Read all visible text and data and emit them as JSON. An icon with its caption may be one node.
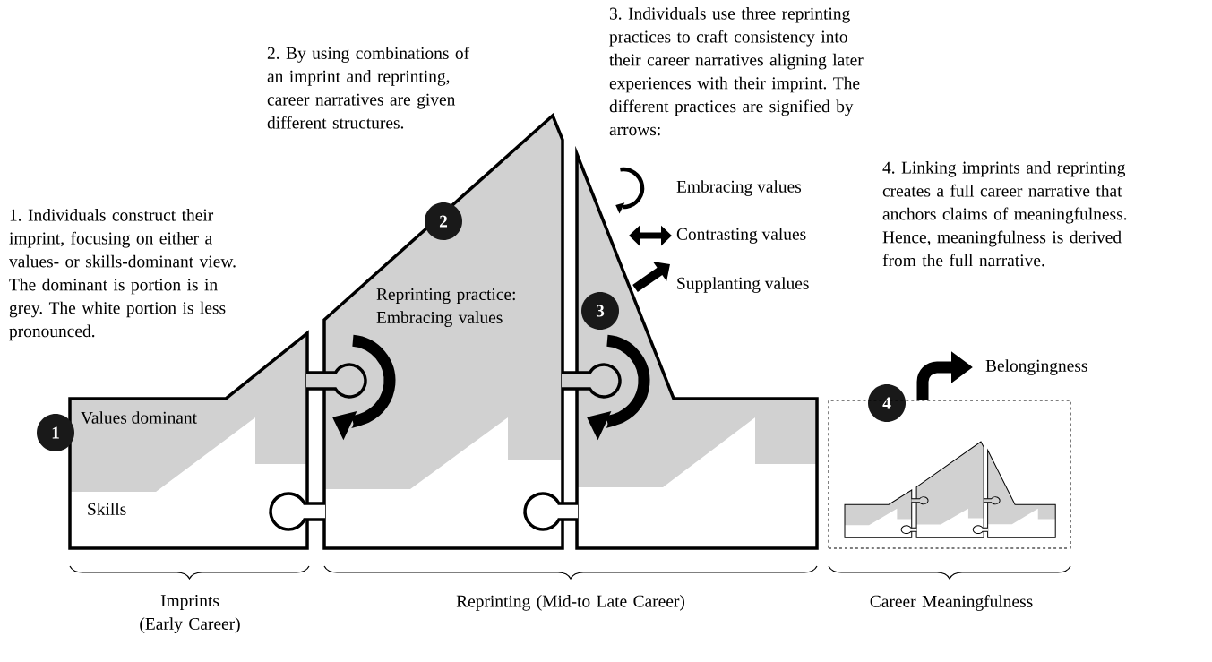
{
  "diagram": {
    "nodes": [
      {
        "text": [
          "1"
        ]
      },
      {
        "text": [
          "2"
        ]
      },
      {
        "text": [
          "3"
        ]
      },
      {
        "text": [
          "4"
        ]
      },
      {
        "text": [],
        "shape": "box"
      },
      {
        "text": [
          "Belongingness"
        ]
      }
    ],
    "edges": [
      {
        "from": 4,
        "to": 5,
        "arrow": "to"
      }
    ],
    "labels": [
      "2. By using combinations of an imprint and reprinting, career narratives are given different structures.",
      "3. Individuals use three reprinting practices to craft consistency into their career narratives aligning later experiences with their imprint. The different practices are signified by arrows:",
      "4. Linking imprints and reprinting creates a full career narrative that anchors claims of meaningfulness. Hence, meaningfulness is derived from the full narrative.",
      "1. Individuals construct their imprint, focusing on either a values- or skills-dominant view. The dominant is portion is in grey. The white portion is less pronounced.",
      "Reprinting practice: Embracing values",
      "Values dominant",
      "Skills",
      "Imprints (Early Career)",
      "Reprinting (Mid-to Late Career)",
      "Career Meaningfulness"
    ],
    "legend": [
      {
        "text": "Embracing values"
      },
      {
        "text": "Contrasting values"
      },
      {
        "text": "Supplanting values"
      }
    ]
  }
}
